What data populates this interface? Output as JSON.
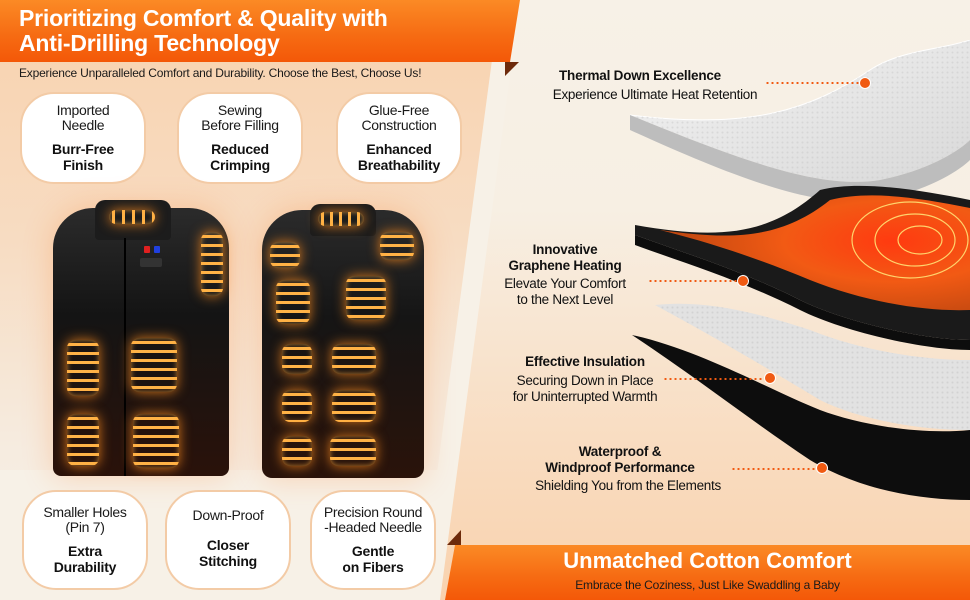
{
  "header": {
    "title_line1": "Prioritizing Comfort & Quality with",
    "title_line2": "Anti-Drilling Technology",
    "subtitle": "Experience Unparalleled Comfort and Durability. Choose the Best, Choose Us!"
  },
  "features_top": [
    {
      "top_line1": "Imported",
      "top_line2": "Needle",
      "bottom_line1": "Burr-Free",
      "bottom_line2": "Finish"
    },
    {
      "top_line1": "Sewing",
      "top_line2": "Before Filling",
      "bottom_line1": "Reduced",
      "bottom_line2": "Crimping"
    },
    {
      "top_line1": "Glue-Free",
      "top_line2": "Construction",
      "bottom_line1": "Enhanced",
      "bottom_line2": "Breathability"
    }
  ],
  "features_bottom": [
    {
      "top_line1": "Smaller Holes",
      "top_line2": "(Pin 7)",
      "bottom_line1": "Extra",
      "bottom_line2": "Durability"
    },
    {
      "top_line1": "Down-Proof",
      "top_line2": "",
      "bottom_line1": "Closer",
      "bottom_line2": "Stitching"
    },
    {
      "top_line1": "Precision Round",
      "top_line2": "-Headed Needle",
      "bottom_line1": "Gentle",
      "bottom_line2": "on Fibers"
    }
  ],
  "layers": [
    {
      "head_line1": "Thermal Down Excellence",
      "head_line2": "",
      "sub_line1": "Experience Ultimate Heat Retention",
      "sub_line2": ""
    },
    {
      "head_line1": "Innovative",
      "head_line2": "Graphene Heating",
      "sub_line1": "Elevate Your Comfort",
      "sub_line2": "to the Next Level"
    },
    {
      "head_line1": "Effective Insulation",
      "head_line2": "",
      "sub_line1": "Securing Down in Place",
      "sub_line2": "for Uninterrupted Warmth"
    },
    {
      "head_line1": "Waterproof &",
      "head_line2": "Windproof Performance",
      "sub_line1": "Shielding You from the Elements",
      "sub_line2": ""
    }
  ],
  "footer": {
    "title": "Unmatched Cotton Comfort",
    "subtitle": "Embrace the Coziness, Just Like Swaddling a Baby"
  },
  "colors": {
    "accent_orange": "#f66a12",
    "banner_fold": "#6d2a0b",
    "callout_dot": "#f05a12",
    "card_border": "#f3cba6",
    "heat_glow": "#ffb347"
  }
}
